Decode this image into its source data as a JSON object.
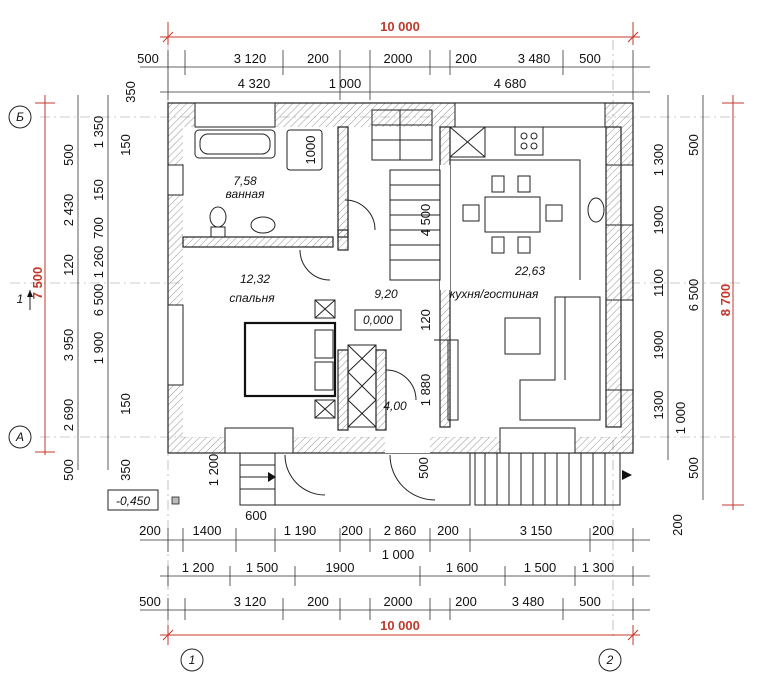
{
  "dimensions": {
    "top_total": "10 000",
    "top_row1": [
      "500",
      "3 120",
      "200",
      "2000",
      "200",
      "3 480",
      "500"
    ],
    "top_row2": [
      "4 320",
      "1 000",
      "4 680"
    ],
    "top_350": "350",
    "bottom_row1": [
      "200",
      "1400",
      "1 190",
      "200",
      "2 860",
      "200",
      "3 150",
      "200"
    ],
    "bottom_1000": "1 000",
    "bottom_row2": [
      "1 200",
      "1 500",
      "1900",
      "1 600",
      "1 500",
      "1 300"
    ],
    "bottom_row3": [
      "500",
      "3 120",
      "200",
      "2000",
      "200",
      "3 480",
      "500"
    ],
    "bottom_total": "10 000",
    "left_total": "7 500",
    "left_row1": [
      "500",
      "2 430",
      "120",
      "3 950",
      "2 690",
      "500"
    ],
    "left_row2": [
      "1 350",
      "150",
      "700",
      "1 260",
      "6 500",
      "1 900",
      "150",
      "350"
    ],
    "right_row1": [
      "1 300",
      "1900",
      "1100",
      "1900",
      "1300"
    ],
    "right_row2": [
      "500",
      "6 500",
      "1 000",
      "500"
    ],
    "right_total": "8 700",
    "misc": [
      "1 200",
      "600",
      "200",
      "1000",
      "4 500",
      "120",
      "1 880",
      "500"
    ]
  },
  "axes": {
    "a": "А",
    "b": "Б",
    "one": "1",
    "two": "2",
    "section": "1"
  },
  "rooms": {
    "bath_area": "7,58",
    "bath_name": "ванная",
    "bed_area": "12,32",
    "bed_name": "спальня",
    "hall_area": "9,20",
    "kitchen_area": "22,63",
    "kitchen_name": "кухня/гостиная",
    "closet_area": "4,00"
  },
  "levels": {
    "floor": "0,000",
    "ground": "-0,450"
  }
}
